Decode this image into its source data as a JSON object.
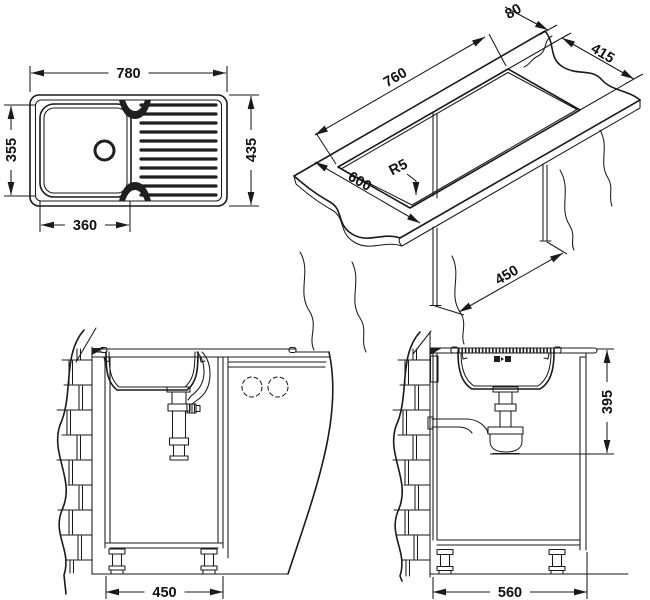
{
  "drawing": {
    "top_view": {
      "overall_width": "780",
      "overall_depth": "435",
      "bowl_width": "360",
      "bowl_depth": "355"
    },
    "isometric_view": {
      "cutout_length": "760",
      "back_rim": "80",
      "cutout_width": "415",
      "worktop_depth": "600",
      "corner_radius": "R5",
      "cabinet_width": "450"
    },
    "front_view": {
      "cabinet_width": "450"
    },
    "side_view": {
      "drain_height": "395",
      "cabinet_depth": "560"
    }
  }
}
